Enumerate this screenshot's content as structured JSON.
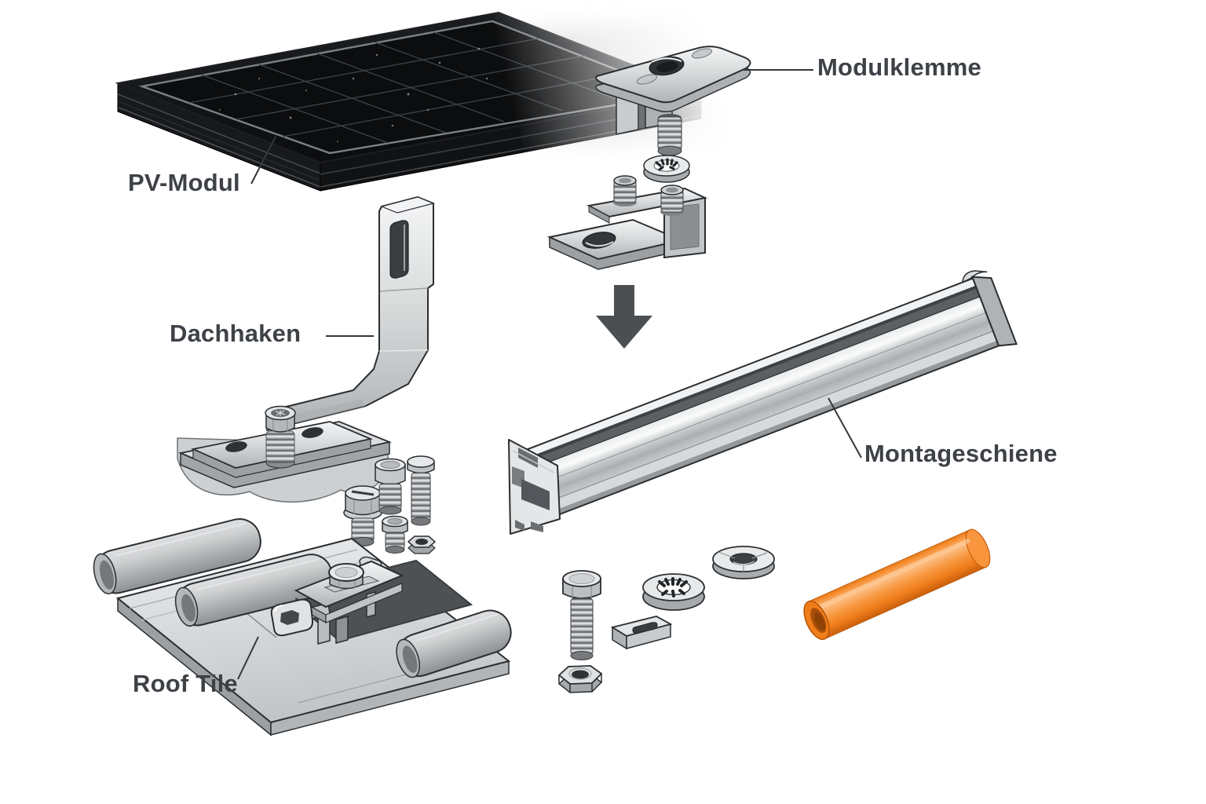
{
  "diagram": {
    "type": "exploded-parts-illustration",
    "subject": "PV module roof mounting system components",
    "background": "#ffffff"
  },
  "labels": {
    "modulklemme": "Modulklemme",
    "pv_modul": "PV-Modul",
    "dachhaken": "Dachhaken",
    "montageschiene": "Montageschiene",
    "roof_tile": "Roof Tile"
  },
  "colors": {
    "label_text": "#3e4247",
    "leader_line": "#33373a",
    "outline": "#2b2e31",
    "arrow": "#4b4f52",
    "metal_light": "#f4f5f6",
    "metal_mid": "#b6b9bb",
    "panel_black": "#101214",
    "tube_orange": "#f08022",
    "tube_orange_dark": "#c95f0d"
  },
  "arrow": {
    "icon": "down-arrow",
    "direction": "down",
    "color": "#4b4f52"
  }
}
